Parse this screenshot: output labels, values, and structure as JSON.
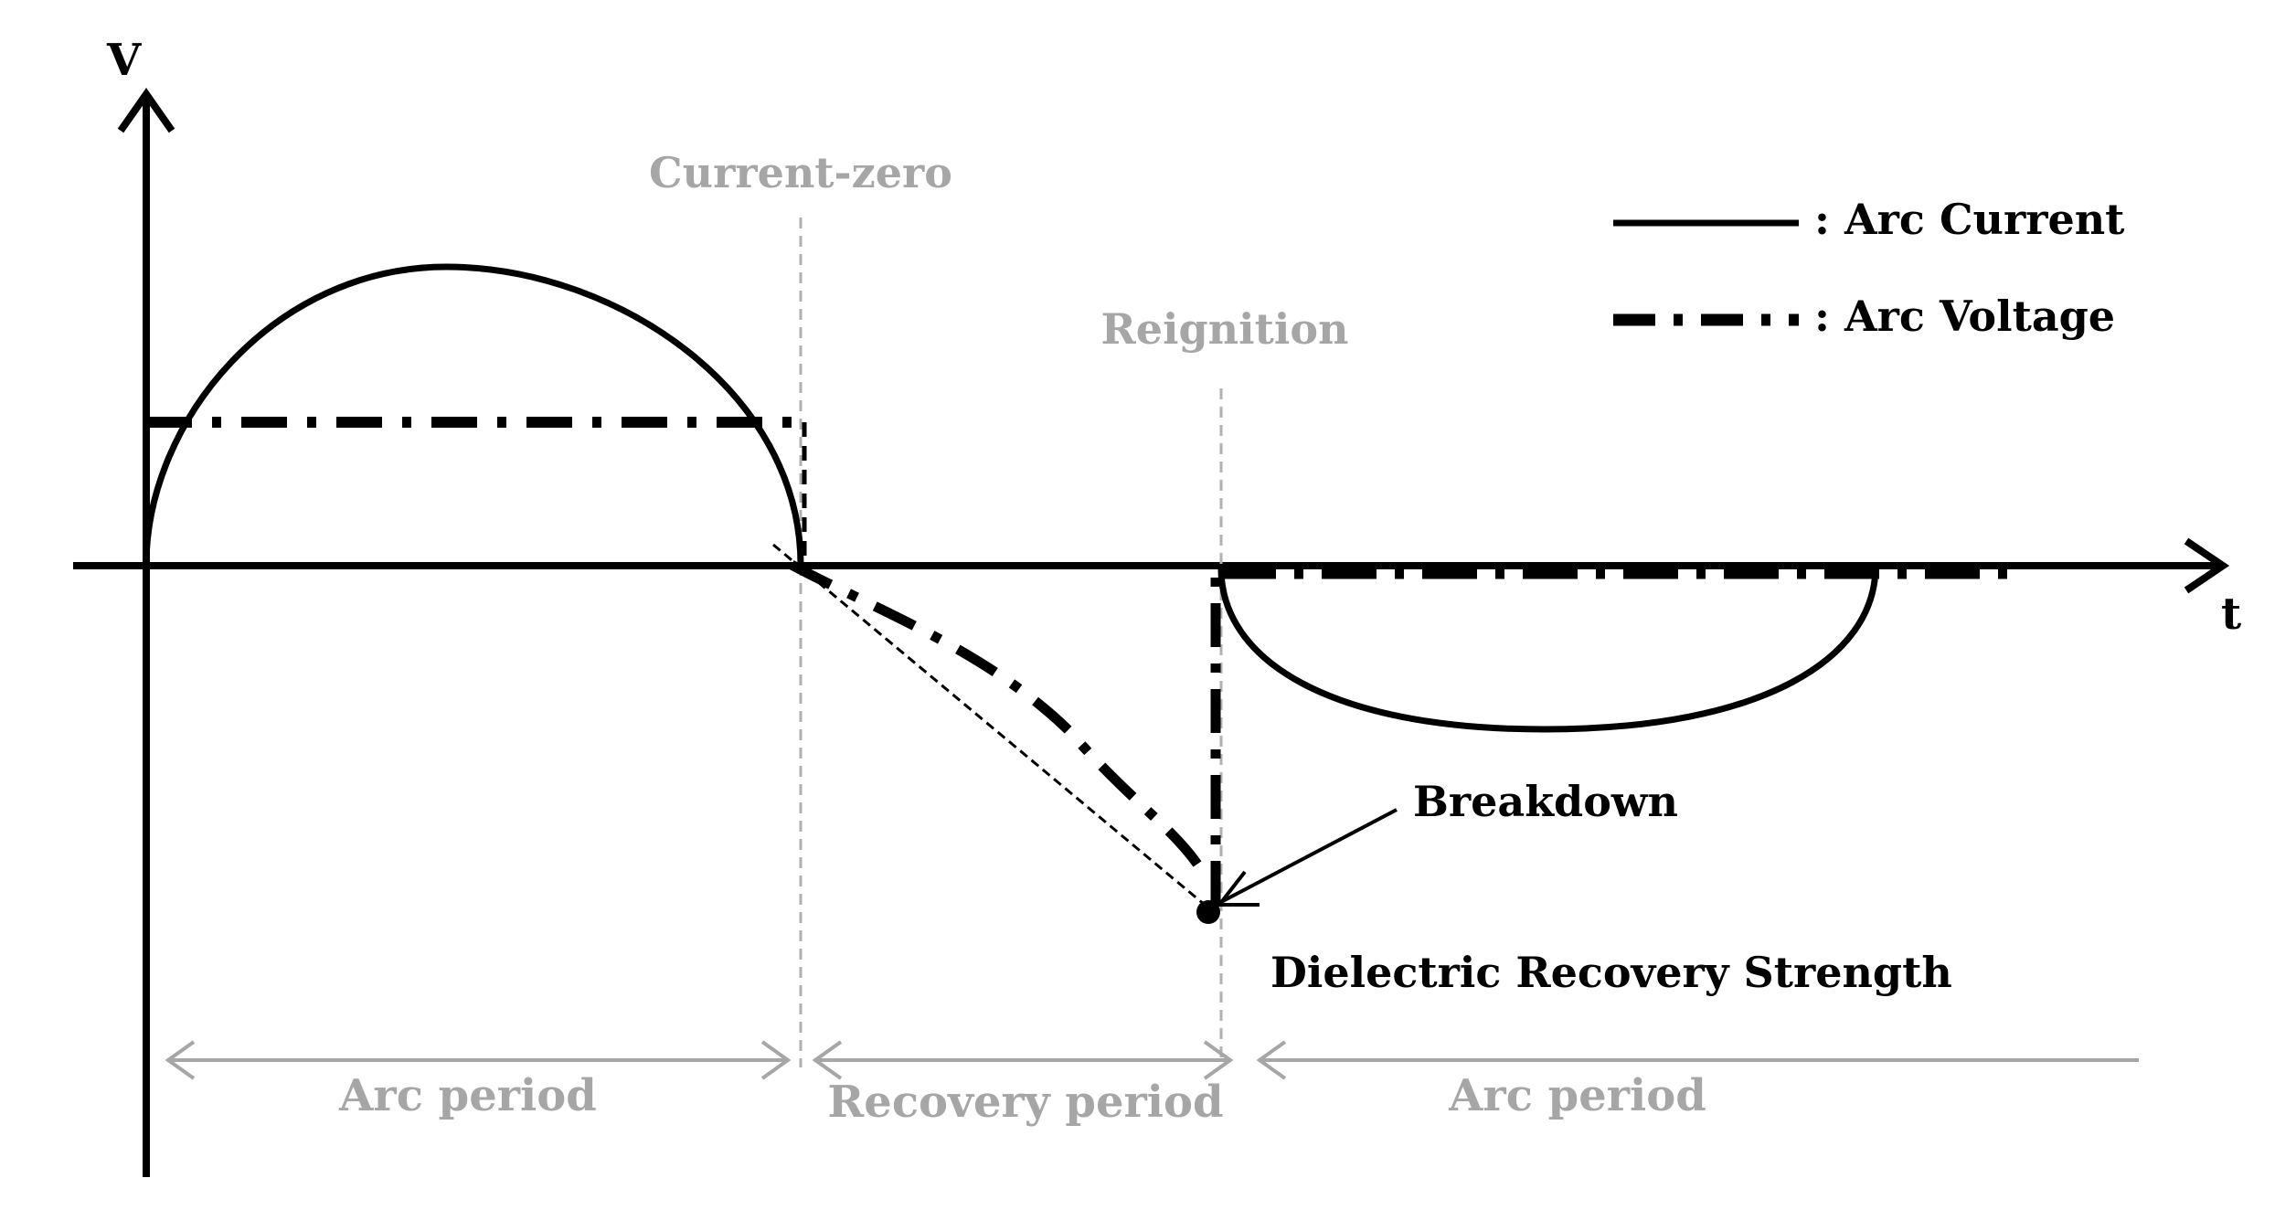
{
  "axes": {
    "y_label": "V",
    "x_label": "t"
  },
  "events": {
    "current_zero": "Current-zero",
    "reignition": "Reignition"
  },
  "legend": {
    "current": ": Arc Current",
    "voltage": ": Arc Voltage"
  },
  "annotations": {
    "breakdown": "Breakdown",
    "dielectric": "Dielectric Recovery Strength"
  },
  "periods": {
    "arc_1": "Arc period",
    "recovery": "Recovery period",
    "arc_2": "Arc period"
  },
  "colors": {
    "ink": "#000000",
    "gray": "#a6a6a6",
    "guide": "#b0b0b0"
  }
}
